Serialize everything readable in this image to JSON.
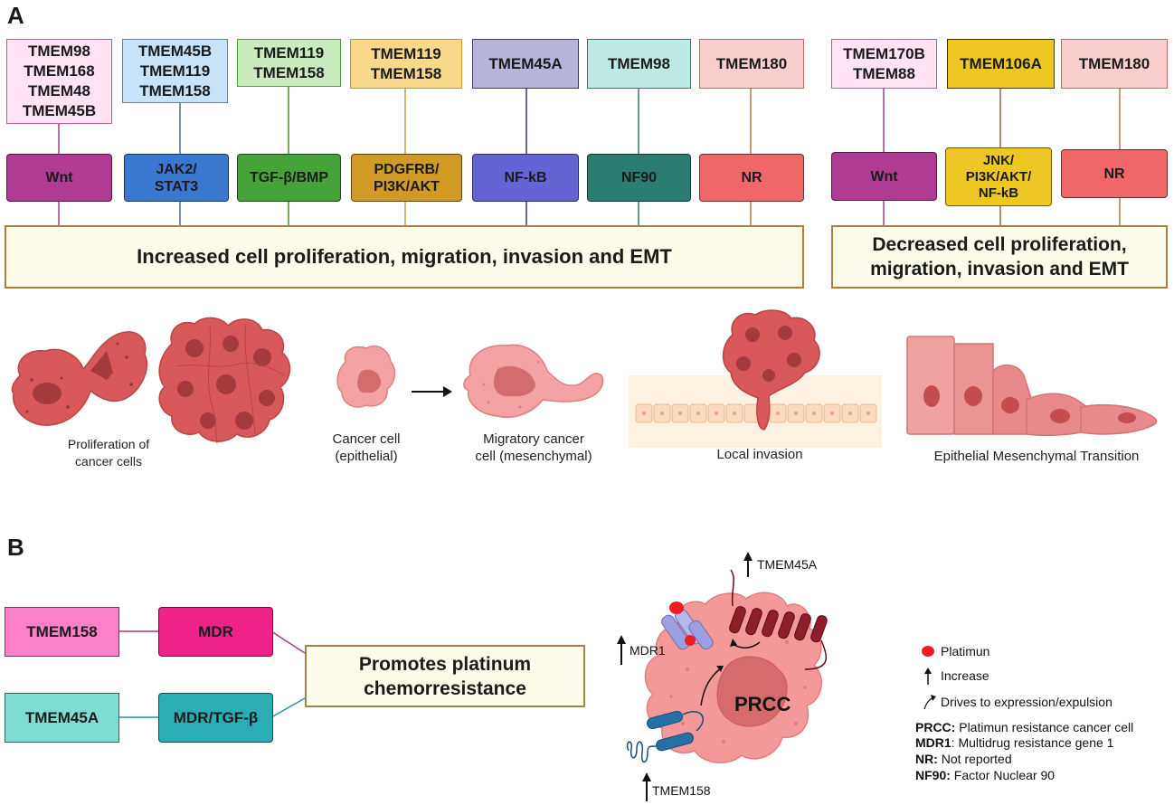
{
  "panel_a": {
    "letter": "A",
    "increased_groups": [
      {
        "genes": "TMEM98\nTMEM168\nTMEM48\nTMEM45B",
        "pathway": "Wnt",
        "gene_color": "#fde3f3",
        "gene_border": "#c05a99",
        "path_color": "#b03b93",
        "path_text": "#1a1a1a"
      },
      {
        "genes": "TMEM45B\nTMEM119\nTMEM158",
        "pathway": "JAK2/\nSTAT3",
        "gene_color": "#c8e2f8",
        "gene_border": "#4a86c8",
        "path_color": "#3a78cf",
        "path_text": "#1a1a1a"
      },
      {
        "genes": "TMEM119\nTMEM158",
        "pathway": "TGF-β/BMP",
        "gene_color": "#c9ebbe",
        "gene_border": "#4e9a3c",
        "path_color": "#46a33a",
        "path_text": "#1a1a1a"
      },
      {
        "genes": "TMEM119\nTMEM158",
        "pathway": "PDGFRB/\nPI3K/AKT",
        "gene_color": "#f8d88a",
        "gene_border": "#c9952b",
        "path_color": "#d09a24",
        "path_text": "#1a1a1a"
      },
      {
        "genes": "TMEM45A",
        "pathway": "NF-kB",
        "gene_color": "#b7b4dc",
        "gene_border": "#40357c",
        "path_color": "#6463d3",
        "path_text": "#1a1a1a"
      },
      {
        "genes": "TMEM98",
        "pathway": "NF90",
        "gene_color": "#bfe9e4",
        "gene_border": "#2d7c74",
        "path_color": "#2a7d70",
        "path_text": "#1a1a1a"
      },
      {
        "genes": "TMEM180",
        "pathway": "NR",
        "gene_color": "#f8cfcd",
        "gene_border": "#c46562",
        "path_color": "#f06767",
        "path_text": "#1a1a1a"
      }
    ],
    "decreased_groups": [
      {
        "genes": "TMEM170B\nTMEM88",
        "pathway": "Wnt",
        "gene_color": "#fde3f3",
        "gene_border": "#c05a99",
        "path_color": "#b03b93",
        "path_text": "#1a1a1a"
      },
      {
        "genes": "TMEM106A",
        "pathway": "JNK/\nPI3K/AKT/\nNF-kB",
        "gene_color": "#efc724",
        "gene_border": "#3a3000",
        "path_color": "#efc724",
        "path_text": "#1a1a1a"
      },
      {
        "genes": "TMEM180",
        "pathway": "NR",
        "gene_color": "#f8cfcd",
        "gene_border": "#c46562",
        "path_color": "#f06767",
        "path_text": "#1a1a1a"
      }
    ],
    "increased_outcome": "Increased cell proliferation, migration, invasion and EMT",
    "decreased_outcome": "Decreased cell proliferation,\nmigration, invasion and EMT",
    "captions": {
      "proliferation": "Proliferation of\ncancer cells",
      "cancer_cell": "Cancer cell\n(epithelial)",
      "migratory": "Migratory cancer\ncell (mesenchymal)",
      "invasion": "Local invasion",
      "emt": "Epithelial Mesenchymal Transition"
    }
  },
  "panel_b": {
    "letter": "B",
    "rows": [
      {
        "gene": "TMEM158",
        "mechanism": "MDR",
        "gene_color": "#fb80c7",
        "mech_color": "#ee2387",
        "line_color": "#a33a86"
      },
      {
        "gene": "TMEM45A",
        "mechanism": "MDR/TGF-β",
        "gene_color": "#7fdcd2",
        "mech_color": "#2aadb4",
        "line_color": "#1f9aa3"
      }
    ],
    "outcome": "Promotes platinum\nchemorresistance",
    "cell_labels": {
      "tmem45a": "TMEM45A",
      "mdr1": "MDR1",
      "prcc": "PRCC",
      "tmem158": "TMEM158"
    },
    "legend": {
      "platinum": "Platimun",
      "increase": "Increase",
      "drives": "Drives to expression/expulsion",
      "abbreviations": [
        {
          "abbr": "PRCC:",
          "text": " Platimun resistance cancer cell"
        },
        {
          "abbr": "MDR1",
          "text": ": Multidrug resistance gene 1"
        },
        {
          "abbr": "NR:",
          "text": " Not reported"
        },
        {
          "abbr": "NF90:",
          "text": " Factor Nuclear 90"
        }
      ]
    }
  }
}
